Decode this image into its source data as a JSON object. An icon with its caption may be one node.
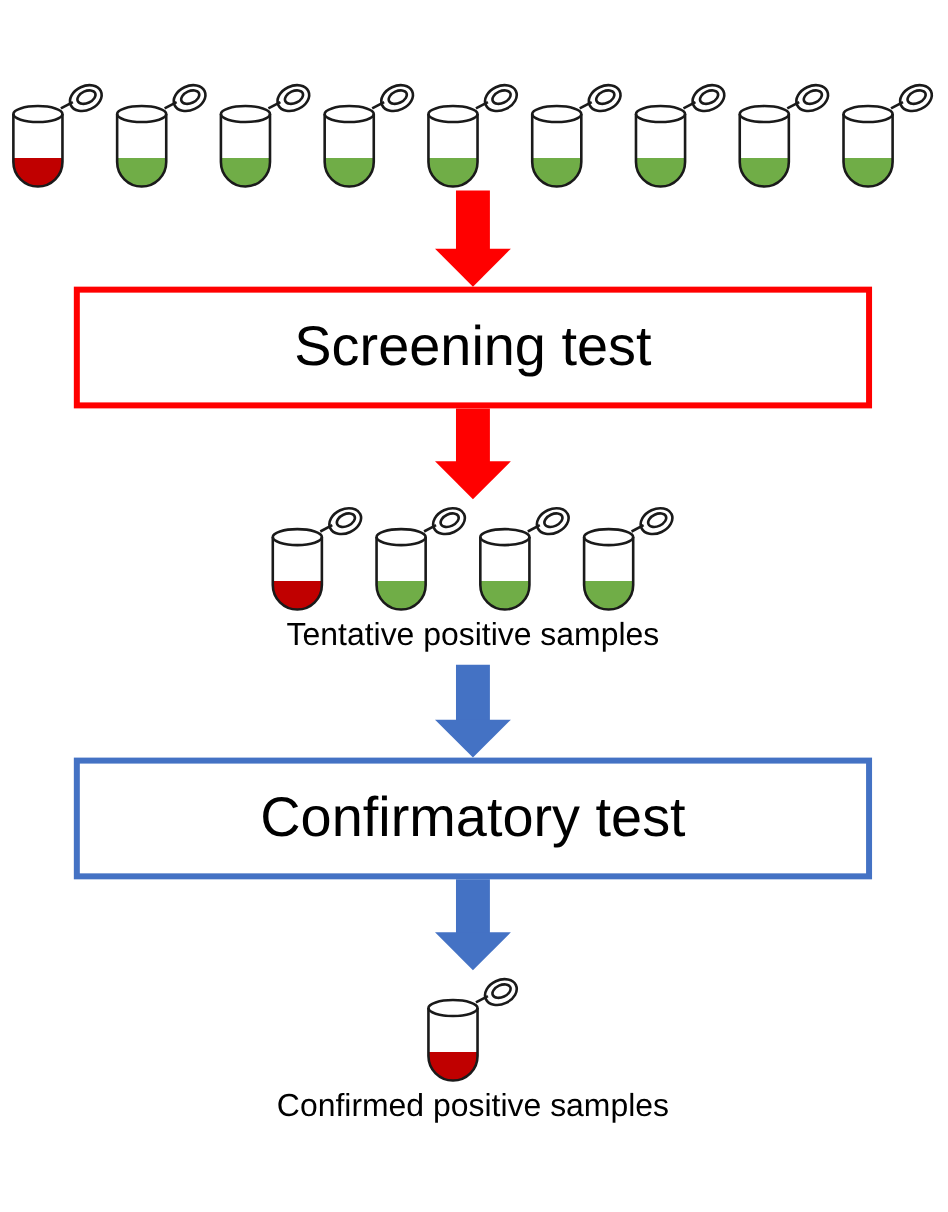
{
  "diagram": {
    "nodes": [
      {
        "text": [],
        "shape": "picture"
      },
      {
        "text": [
          "Screening test"
        ]
      },
      {
        "text": [],
        "shape": "picture",
        "beside": [
          "Tentative positive samples"
        ]
      },
      {
        "text": [
          "Confirmatory test"
        ]
      },
      {
        "text": [],
        "shape": "picture",
        "beside": [
          "Confirmed positive samples"
        ]
      }
    ],
    "edges": [
      {
        "from": 0,
        "to": 1,
        "arrow": "to",
        "color": "#ff0000"
      },
      {
        "from": 1,
        "to": 2,
        "arrow": "to",
        "color": "#ff0000"
      },
      {
        "from": 2,
        "to": 3,
        "arrow": "to",
        "color": "#4472c4"
      },
      {
        "from": 3,
        "to": 4,
        "arrow": "to",
        "color": "#4472c4"
      }
    ]
  }
}
